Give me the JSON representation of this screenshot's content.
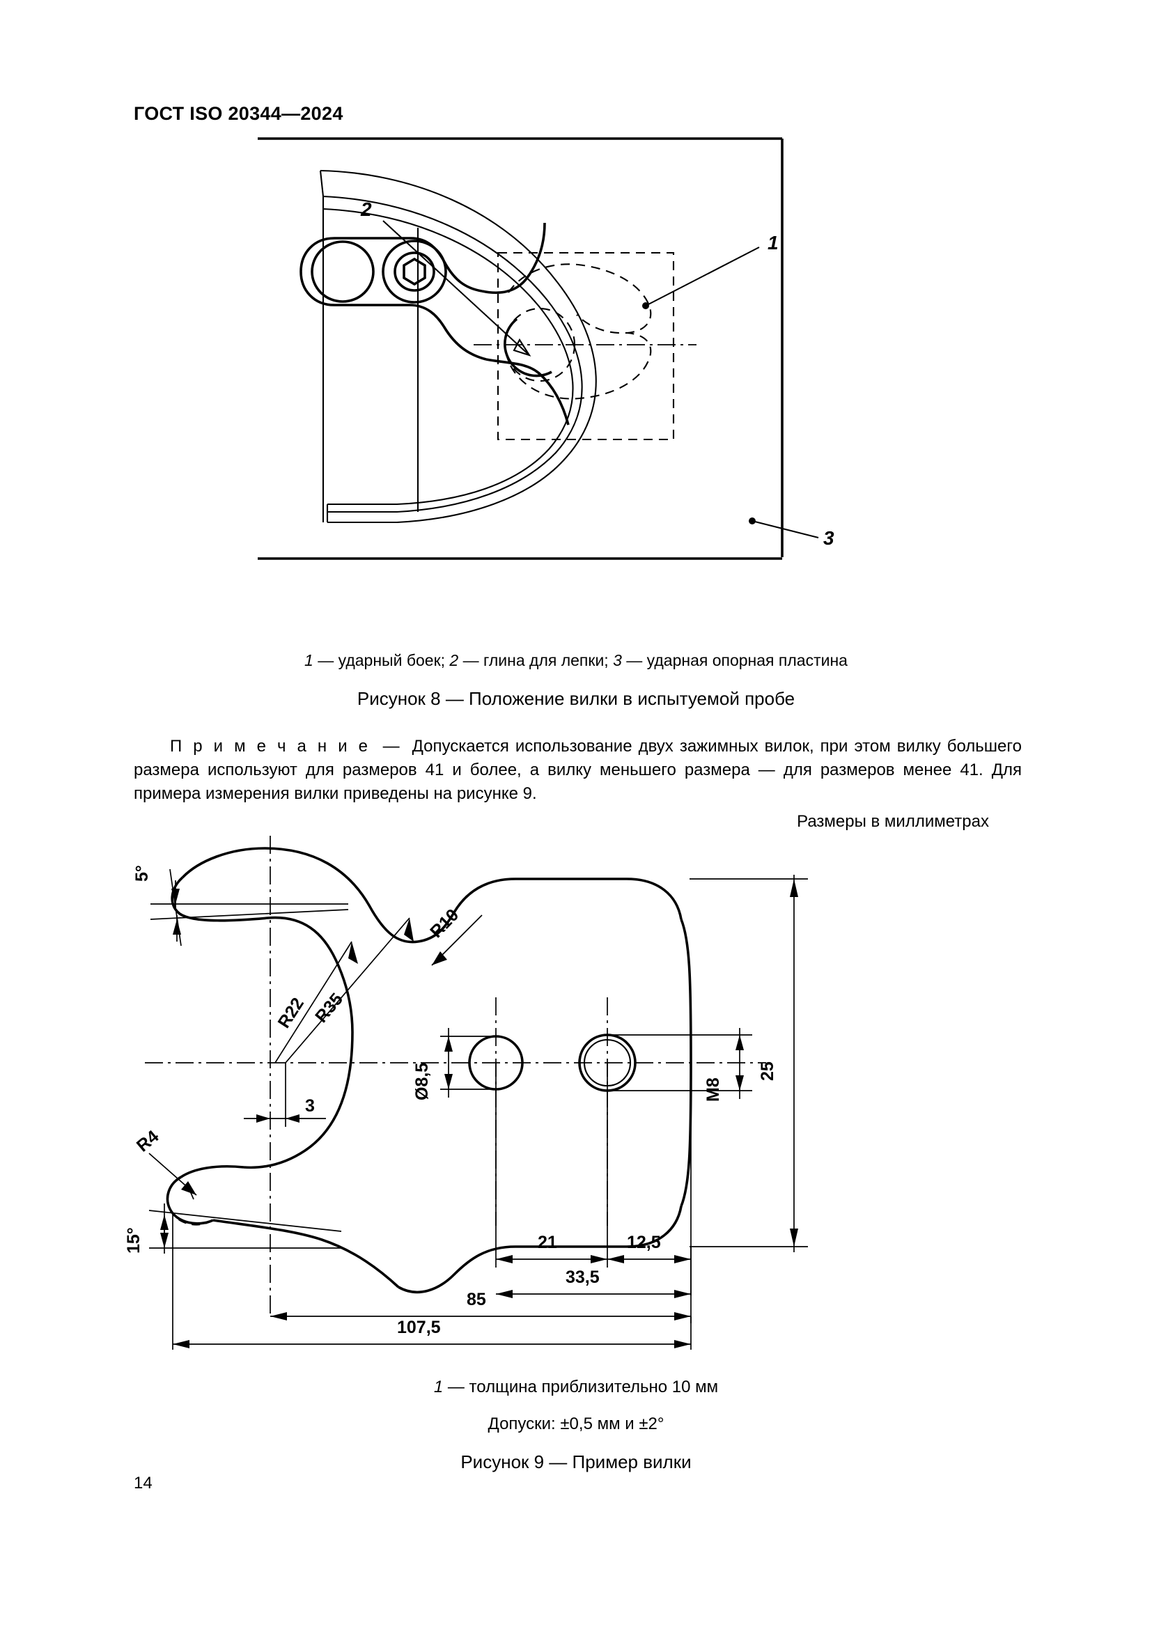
{
  "document": {
    "header": "ГОСТ ISO 20344—2024",
    "page_number": "14"
  },
  "figure8": {
    "callouts": [
      "1",
      "2",
      "3"
    ],
    "legend": "1 — ударный боек; 2 — глина для лепки; 3 — ударная опорная пластина",
    "legend_parts": {
      "n1": "1",
      "t1": " — ударный боек; ",
      "n2": "2",
      "t2": " — глина для лепки; ",
      "n3": "3",
      "t3": " — ударная опорная пластина"
    },
    "title": "Рисунок 8 — Положение вилки в испытуемой пробе"
  },
  "note": {
    "lead": "П р и м е ч а н и е",
    "dash": "—",
    "text": "Допускается использование двух зажимных вилок, при этом вилку большего размера используют для размеров 41 и более, а вилку меньшего размера — для размеров менее 41. Для примера измерения вилки приведены на рисунке 9."
  },
  "figure9": {
    "units_label": "Размеры в миллиметрах",
    "dimensions": {
      "angle_top": "5°",
      "angle_bottom": "15°",
      "r22": "R22",
      "r35": "R35",
      "r10": "R10",
      "r4": "R4",
      "gap3": "3",
      "hole_dia": "Ø8,5",
      "thread": "M8",
      "height25": "25",
      "d21": "21",
      "d12_5": "12,5",
      "d33_5": "33,5",
      "d85": "85",
      "d107_5": "107,5"
    },
    "note_marker": "1",
    "note_text": " — толщина приблизительно 10 мм",
    "tolerances": "Допуски: ±0,5 мм и ±2°",
    "title": "Рисунок 9 — Пример вилки"
  }
}
